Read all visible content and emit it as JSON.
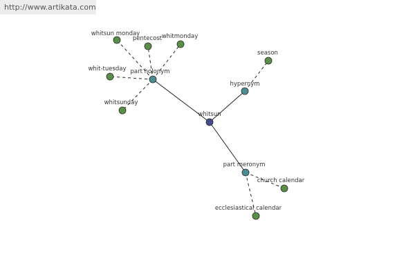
{
  "source_url": "http://www.artikata.com",
  "colors": {
    "center": "#454c8c",
    "relation": "#4a8d92",
    "leaf": "#5a8f47"
  },
  "nodes": [
    {
      "id": "whitsun",
      "label": "whitsun",
      "kind": "center"
    },
    {
      "id": "part_holonym",
      "label": "part holonym",
      "kind": "relation"
    },
    {
      "id": "hypernym",
      "label": "hypernym",
      "kind": "relation"
    },
    {
      "id": "part_meronym",
      "label": "part meronym",
      "kind": "relation"
    },
    {
      "id": "whitsun_monday",
      "label": "whitsun monday",
      "kind": "leaf"
    },
    {
      "id": "pentecost",
      "label": "pentecost",
      "kind": "leaf"
    },
    {
      "id": "whitmonday",
      "label": "whitmonday",
      "kind": "leaf"
    },
    {
      "id": "whit_tuesday",
      "label": "whit-tuesday",
      "kind": "leaf"
    },
    {
      "id": "whitsunday",
      "label": "whitsunday",
      "kind": "leaf"
    },
    {
      "id": "season",
      "label": "season",
      "kind": "leaf"
    },
    {
      "id": "church_calendar",
      "label": "church calendar",
      "kind": "leaf"
    },
    {
      "id": "ecclesiastical_calendar",
      "label": "ecclesiastical calendar",
      "kind": "leaf"
    }
  ],
  "edges": [
    {
      "from": "whitsun",
      "to": "part_holonym",
      "style": "solid"
    },
    {
      "from": "whitsun",
      "to": "hypernym",
      "style": "solid"
    },
    {
      "from": "whitsun",
      "to": "part_meronym",
      "style": "solid"
    },
    {
      "from": "part_holonym",
      "to": "whitsun_monday",
      "style": "dashed"
    },
    {
      "from": "part_holonym",
      "to": "pentecost",
      "style": "dashed"
    },
    {
      "from": "part_holonym",
      "to": "whitmonday",
      "style": "dashed"
    },
    {
      "from": "part_holonym",
      "to": "whit_tuesday",
      "style": "dashed"
    },
    {
      "from": "part_holonym",
      "to": "whitsunday",
      "style": "dashed"
    },
    {
      "from": "hypernym",
      "to": "season",
      "style": "dashed"
    },
    {
      "from": "part_meronym",
      "to": "church_calendar",
      "style": "dashed"
    },
    {
      "from": "part_meronym",
      "to": "ecclesiastical_calendar",
      "style": "dashed"
    }
  ]
}
